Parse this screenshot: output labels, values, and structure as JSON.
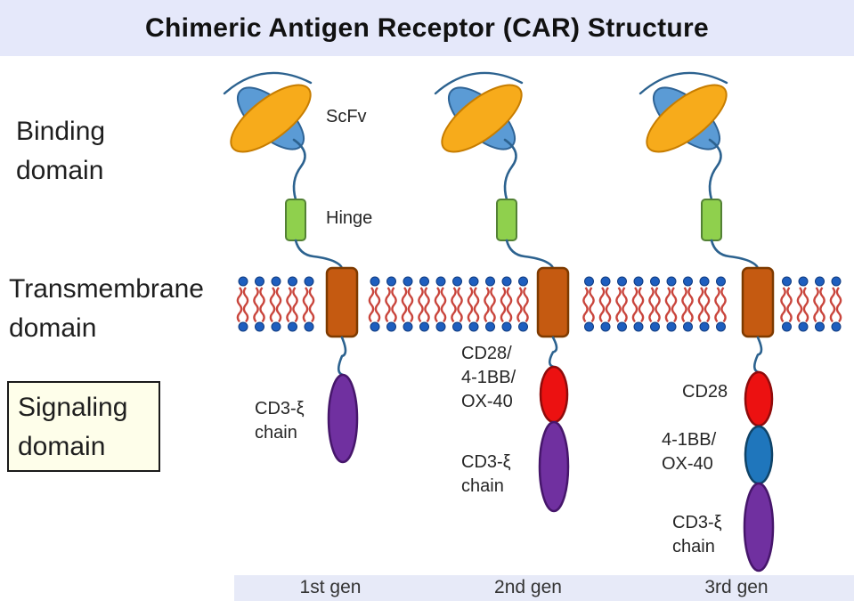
{
  "title": "Chimeric Antigen Receptor (CAR) Structure",
  "domain_labels": {
    "binding": "Binding\ndomain",
    "transmembrane": "Transmembrane\ndomain",
    "signaling": "Signaling\ndomain"
  },
  "structure_labels": {
    "scfv": "ScFv",
    "hinge": "Hinge",
    "gen1_cd3": "CD3-ξ\nchain",
    "gen2_costim": "CD28/\n4-1BB/\nOX-40",
    "gen2_cd3": "CD3-ξ\nchain",
    "gen3_cd28": "CD28",
    "gen3_costim": "4-1BB/\nOX-40",
    "gen3_cd3": "CD3-ξ\nchain"
  },
  "generations": [
    "1st gen",
    "2nd gen",
    "3rd gen"
  ],
  "colors": {
    "title_bar_bg": "#E5E8FA",
    "footer_strip_bg": "#E7EAF8",
    "background": "#FFFFFF",
    "scfv_orange": "#F7AB1B",
    "scfv_orange_stroke": "#C77D00",
    "scfv_blue": "#5B9BD5",
    "scfv_blue_stroke": "#2F6496",
    "hinge_green": "#8FD04D",
    "hinge_green_stroke": "#538135",
    "tm_brown": "#C55A11",
    "tm_brown_stroke": "#7D3A00",
    "membrane_head_blue": "#1E5EBE",
    "membrane_head_stroke": "#103B80",
    "lipid_tail_red": "#C9453C",
    "connector_blue": "#2C628F",
    "cd3_purple": "#7030A0",
    "cd3_purple_stroke": "#46166B",
    "costim_red": "#EC1111",
    "costim_red_stroke": "#8F0B0B",
    "costim_blue": "#1F76BC",
    "costim_blue_stroke": "#0F4367"
  }
}
